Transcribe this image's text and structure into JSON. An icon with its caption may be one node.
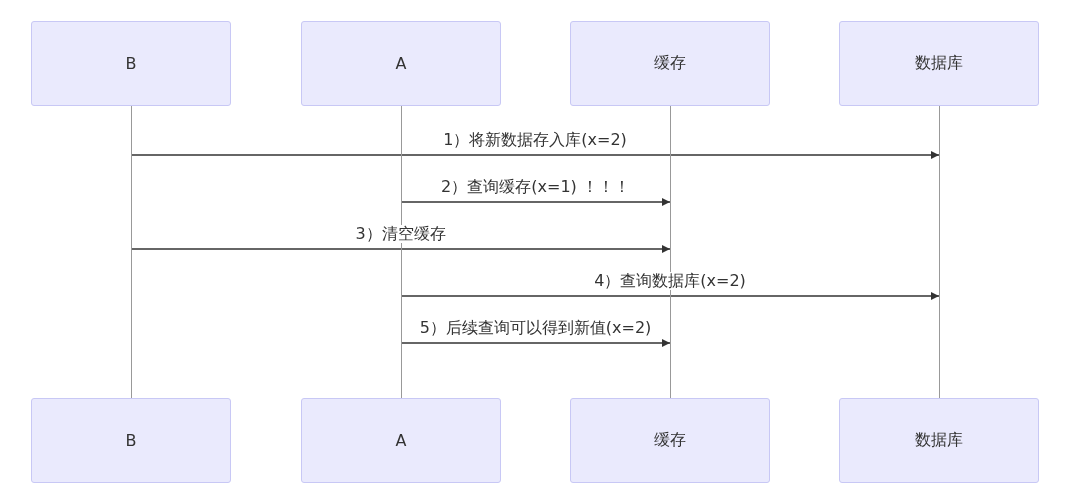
{
  "diagram": {
    "nodes": [
      {
        "text": [
          "B"
        ]
      },
      {
        "text": [
          "A"
        ]
      },
      {
        "text": [
          "缓存"
        ]
      },
      {
        "text": [
          "数据库"
        ]
      },
      {
        "text": [],
        "shape": "line"
      },
      {
        "text": [],
        "shape": "line"
      },
      {
        "text": [],
        "shape": "line"
      },
      {
        "text": [],
        "shape": "line"
      },
      {
        "text": [
          "B"
        ]
      },
      {
        "text": [
          "A"
        ]
      },
      {
        "text": [
          "缓存"
        ]
      },
      {
        "text": [
          "数据库"
        ]
      }
    ],
    "edges": [
      {
        "from": 4,
        "to": 7,
        "arrow": "to",
        "label": "1）将新数据存入库(x=2)"
      },
      {
        "from": 5,
        "to": 6,
        "arrow": "to",
        "label": "2）查询缓存(x=1) ！！！"
      },
      {
        "from": 4,
        "to": 6,
        "arrow": "to",
        "label": "3）清空缓存"
      },
      {
        "from": 5,
        "to": 7,
        "arrow": "to",
        "label": "4）查询数据库(x=2)"
      },
      {
        "from": 5,
        "to": 6,
        "arrow": "to",
        "label": "5）后续查询可以得到新值(x=2)"
      }
    ]
  }
}
